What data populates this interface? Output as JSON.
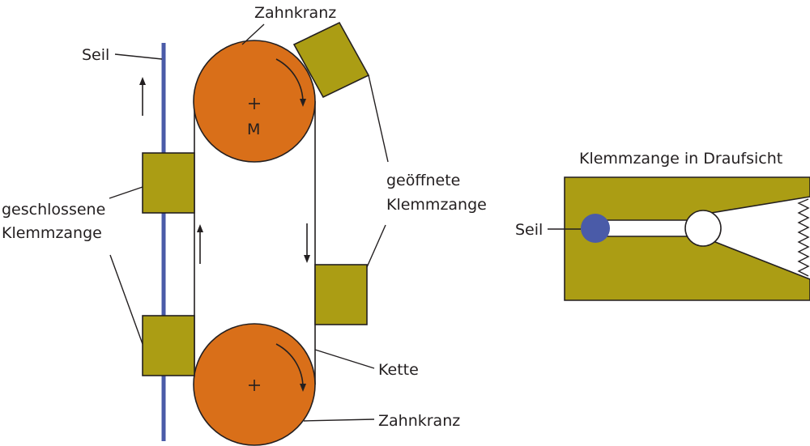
{
  "labels": {
    "seil_left": "Seil",
    "zahnkranz_top": "Zahnkranz",
    "motor": "M",
    "geschlossene_line1": "geschlossene",
    "geschlossene_line2": "Klemmzange",
    "geoeffnete_line1": "geöffnete",
    "geoeffnete_line2": "Klemmzange",
    "kette": "Kette",
    "zahnkranz_bottom": "Zahnkranz",
    "draufsicht_title": "Klemmzange in Draufsicht",
    "seil_right": "Seil"
  },
  "colors": {
    "gear": "#d96f19",
    "clamp": "#ab9d14",
    "rope": "#4a5ba8",
    "line": "#231f20"
  }
}
